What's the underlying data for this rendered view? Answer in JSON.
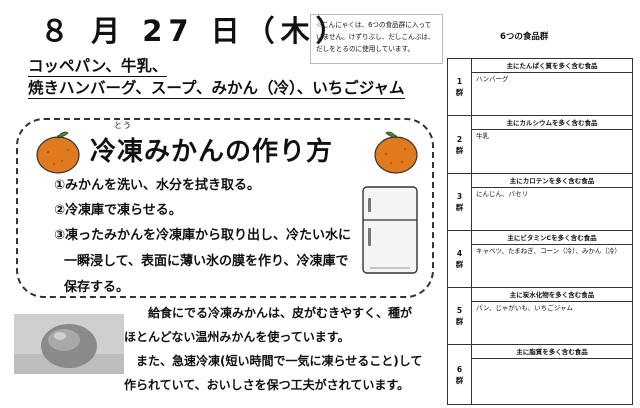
{
  "header": {
    "date": "８ 月 27 日（木）",
    "menu_line1": "コッペパン、牛乳、",
    "menu_line2": "焼きハンバーグ、スープ、みかん（冷）、いちごジャム"
  },
  "note": "☆こんにゃくは、6つの食品群に入っていません。けずりぶし、だしこんぶは、だしをとるのに使用しています。",
  "groups": {
    "title": "6つの食品群",
    "rows": [
      {
        "num": "1",
        "label": "群",
        "heading": "主にたんぱく質を多く含む食品",
        "items": "ハンバーグ"
      },
      {
        "num": "2",
        "label": "群",
        "heading": "主にカルシウムを多く含む食品",
        "items": "牛乳"
      },
      {
        "num": "3",
        "label": "群",
        "heading": "主にカロテンを多く含む食品",
        "items": "にんじん、パセリ"
      },
      {
        "num": "4",
        "label": "群",
        "heading": "主にビタミンCを多く含む食品",
        "items": "キャベツ、たまねぎ、コーン（冷）、みかん（冷）"
      },
      {
        "num": "5",
        "label": "群",
        "heading": "主に炭水化物を多く含む食品",
        "items": "パン、じゃがいも、いちごジャム"
      },
      {
        "num": "6",
        "label": "群",
        "heading": "主に脂質を多く含む食品",
        "items": ""
      }
    ]
  },
  "card": {
    "title": "冷凍みかんの作り方",
    "title_ruby": "とう",
    "steps": [
      "①みかんを洗い、水分を拭き取る。",
      "②冷凍庫で凍らせる。",
      "③凍ったみかんを冷凍庫から取り出し、冷たい水に",
      "一瞬浸して、表面に薄い氷の膜を作り、冷凍庫で",
      "保存する。"
    ]
  },
  "story": [
    "給食にでる冷凍みかんは、皮がむきやすく、種が",
    "ほとんどない温州みかんを使っています。",
    "また、急速冷凍(短い時間で一気に凍らせること)して",
    "作られていて、おいしさを保つ工夫がされています。"
  ],
  "colors": {
    "orange": "#e07a1e",
    "leaf": "#4a8a2e",
    "ink": "#111111"
  }
}
